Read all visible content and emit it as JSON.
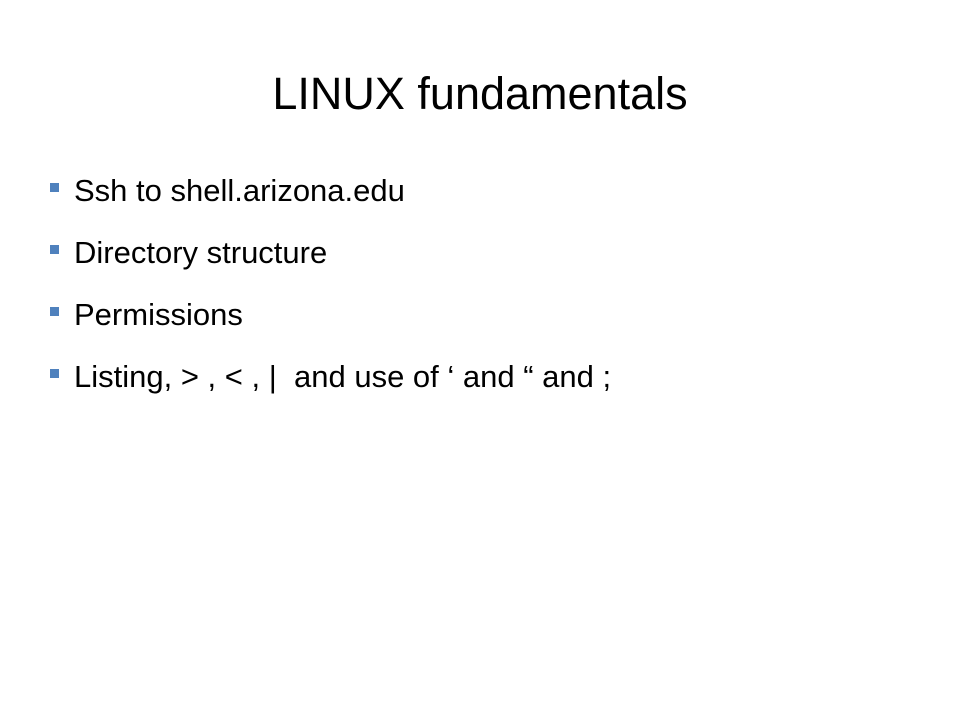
{
  "slide": {
    "title": "LINUX fundamentals",
    "bullet_color": "#4F81BD",
    "bullets": [
      {
        "text": "Ssh to shell.arizona.edu"
      },
      {
        "text": "Directory structure"
      },
      {
        "text": "Permissions"
      },
      {
        "text": "Listing, > , < , |  and use of ‘ and “ and ;"
      }
    ]
  }
}
